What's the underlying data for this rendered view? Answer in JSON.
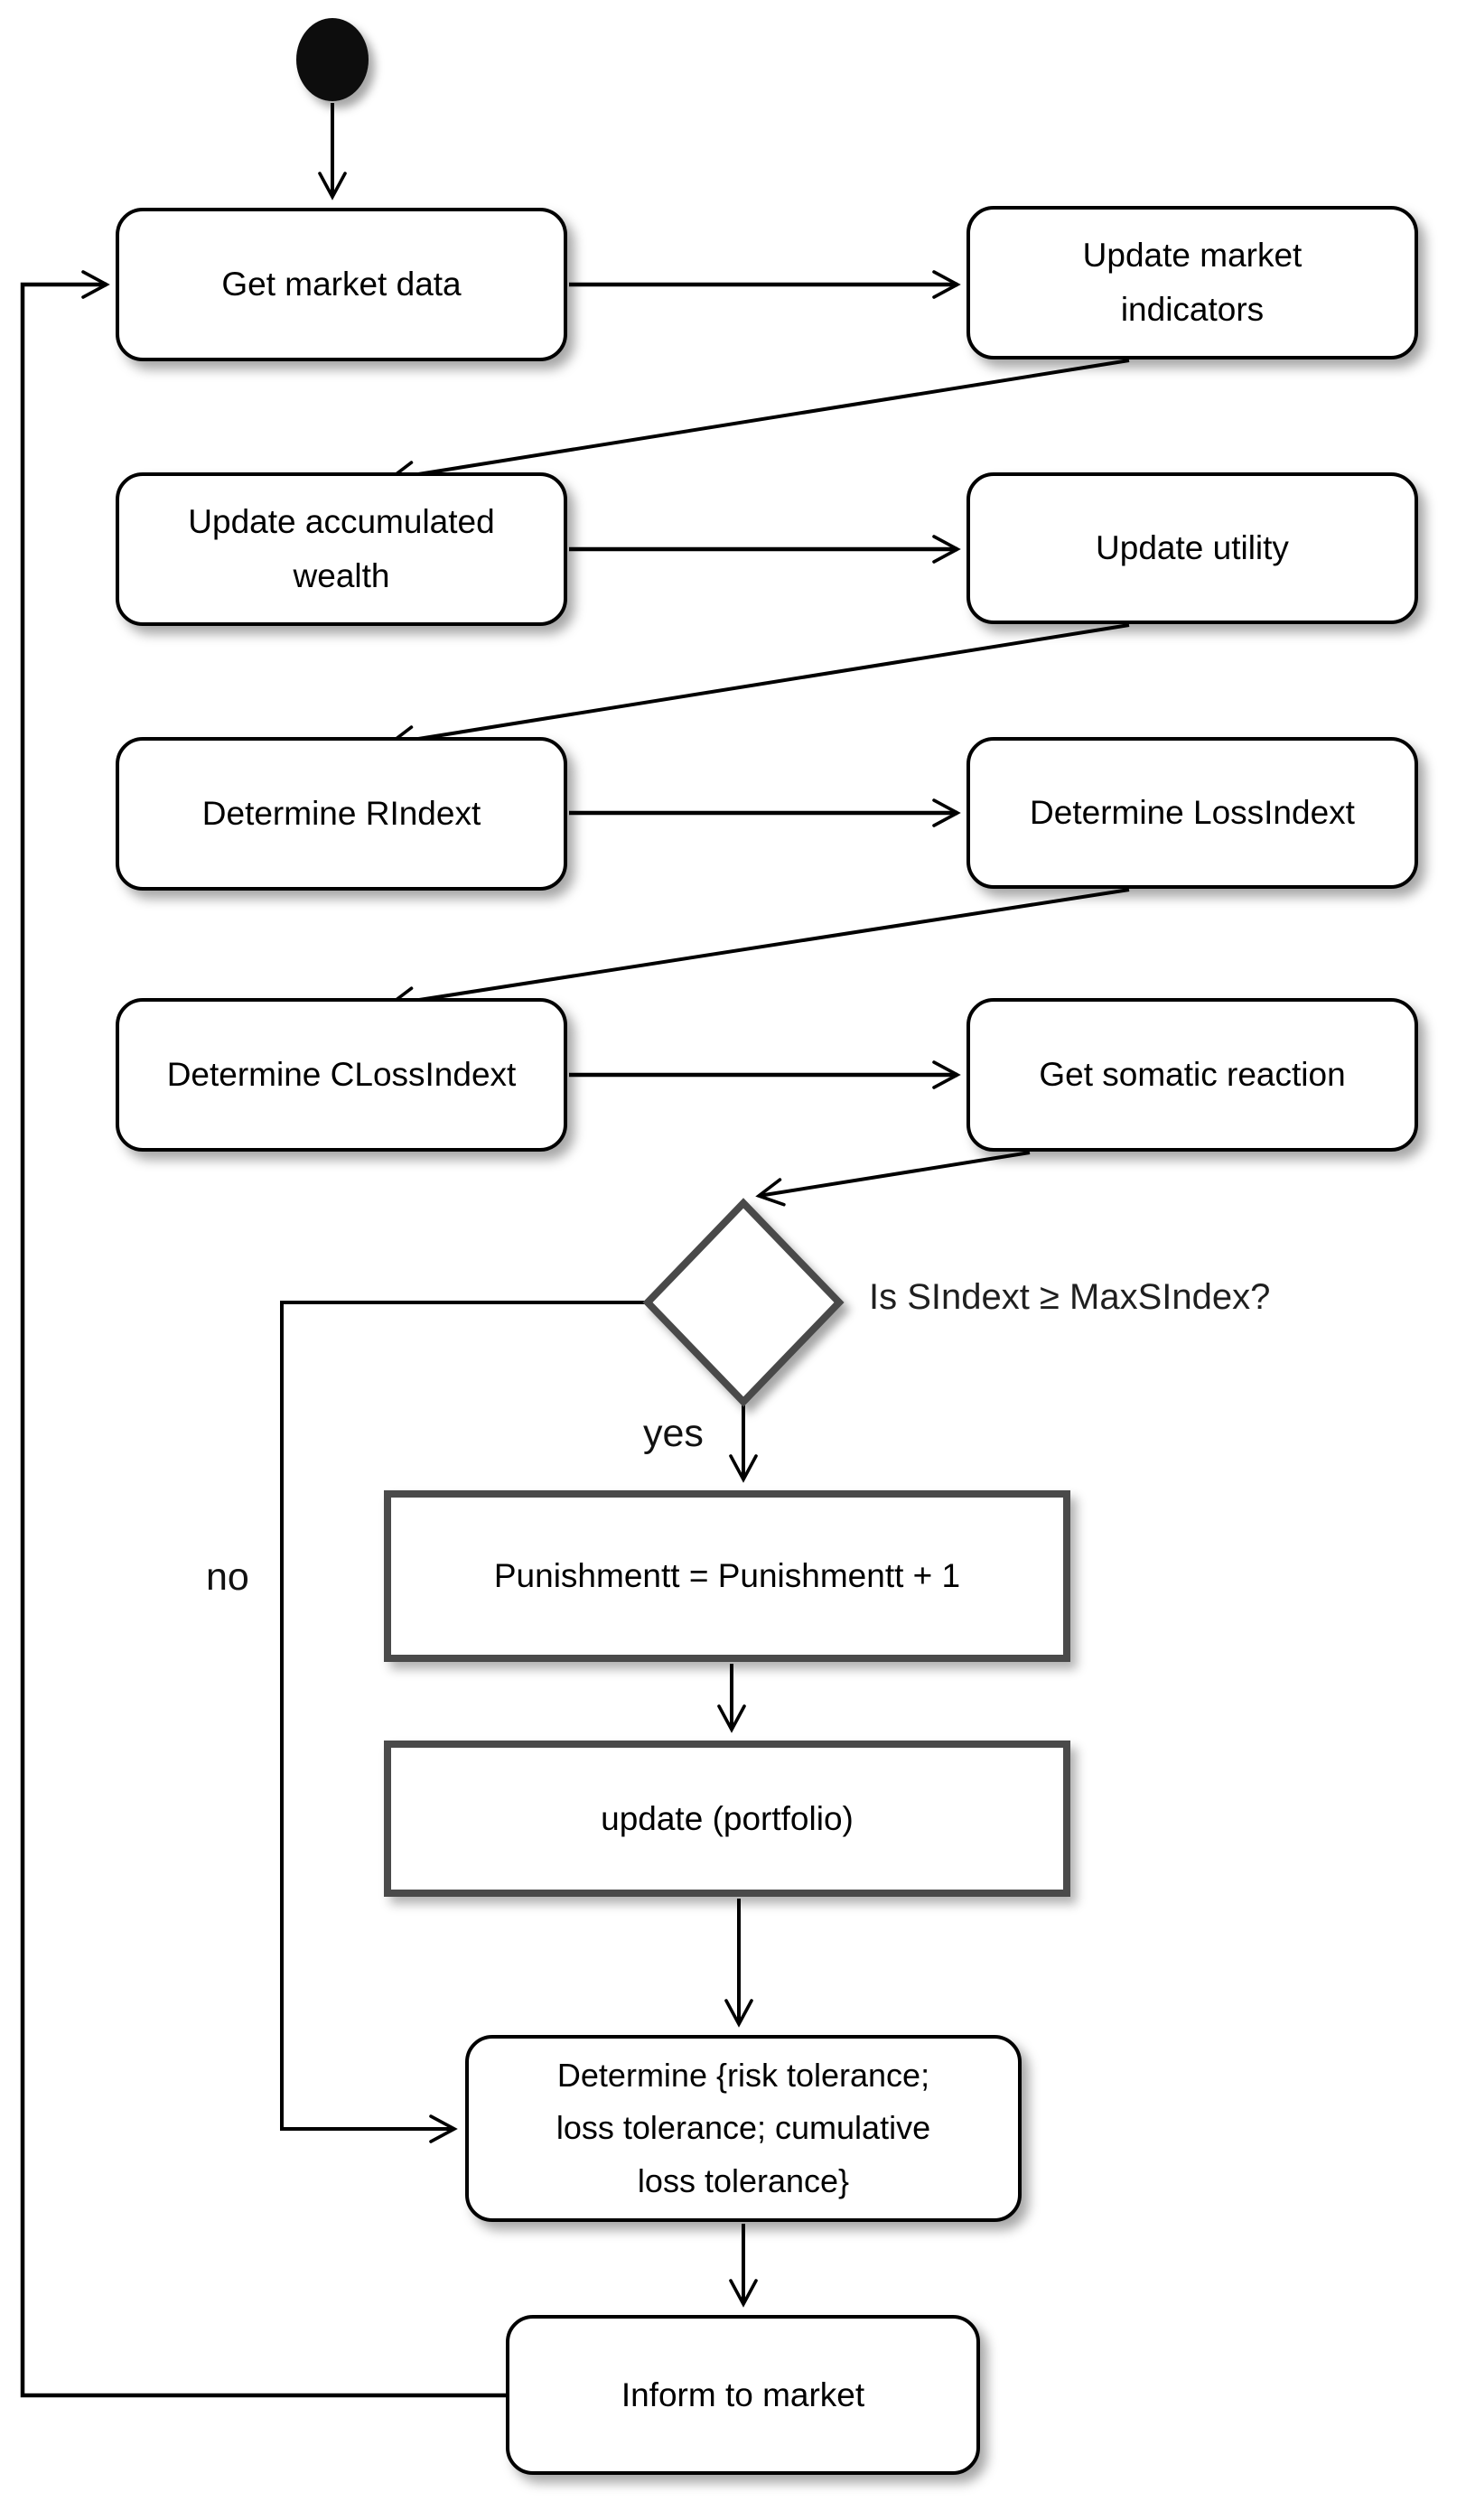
{
  "diagram": {
    "type": "activity-flowchart",
    "nodes": {
      "get_market_data": {
        "label": "Get market data"
      },
      "update_market_indicators": {
        "label": "Update market\nindicators"
      },
      "update_accumulated_wealth": {
        "label": "Update accumulated\nwealth"
      },
      "update_utility": {
        "label": "Update utility"
      },
      "determine_rindext": {
        "label": "Determine RIndext"
      },
      "determine_lossindext": {
        "label": "Determine LossIndext"
      },
      "determine_clossindext": {
        "label": "Determine CLossIndext"
      },
      "get_somatic_reaction": {
        "label": "Get somatic reaction"
      },
      "punishment": {
        "label": "Punishmentt = Punishmentt + 1"
      },
      "update_portfolio": {
        "label": "update (portfolio)"
      },
      "determine_tolerances": {
        "label": "Determine {risk tolerance;\nloss tolerance; cumulative\nloss tolerance}"
      },
      "inform_to_market": {
        "label": "Inform to market"
      }
    },
    "decision": {
      "label": "Is SIndext ≥ MaxSIndex?"
    },
    "edges": {
      "yes_label": "yes",
      "no_label": "no"
    },
    "colors": {
      "line": "#000000",
      "node_border": "#000000",
      "action_border": "#4a4a4a",
      "diamond_border": "#4a4a4a",
      "shape_fill": "#ffffff",
      "text": "#000000",
      "start_node_fill": "#0a0a0a"
    }
  }
}
